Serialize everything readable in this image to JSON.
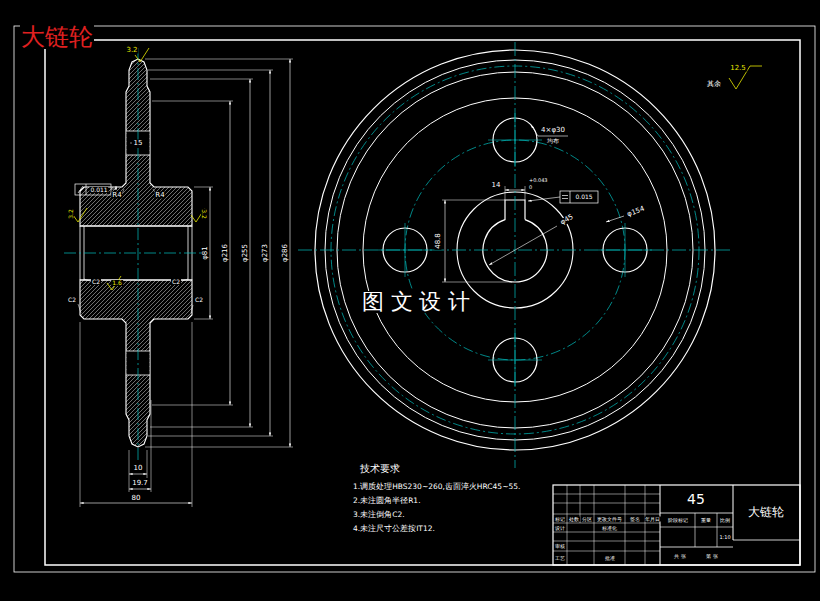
{
  "diagram": {
    "title": "大链轮",
    "labels": [
      "3.2",
      "15",
      "0.011",
      "R4",
      "R4",
      "3.2",
      "3.2",
      "C2",
      "1.6",
      "C2",
      "C2",
      "C2",
      "φ81",
      "φ216",
      "φ255",
      "φ273",
      "φ286",
      "10",
      "19.7",
      "80",
      "4×φ30",
      "均布",
      "14",
      "+0.043",
      "0",
      "0.015",
      "φ154",
      "φ45",
      "48.8",
      "其余",
      "12.5",
      "图 文 设 计",
      "技术要求",
      "1.调质处理HBS230~260,齿面淬火HRC45~55.",
      "2.未注圆角半径R1.",
      "3.未注倒角C2.",
      "4.未注尺寸公差按IT12.",
      "45",
      "大链轮",
      "标记",
      "处数",
      "分区",
      "更改文件号",
      "签名",
      "年月日",
      "设计",
      "标准化",
      "审核",
      "工艺",
      "批准",
      "阶段标记",
      "重量",
      "比例",
      "1:10",
      "共 张",
      "第 张"
    ]
  }
}
